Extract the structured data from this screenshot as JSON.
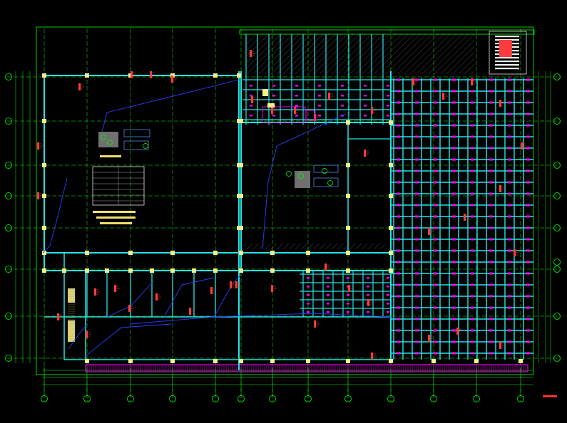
{
  "viewer": {
    "background": "#000000"
  },
  "palette": {
    "grid": "#00ff00",
    "column": "#f5f089",
    "beam": "#27e3e3",
    "rebar": "#ff00ff",
    "annotation": "#ff3c3c",
    "leader": "#2a3cff",
    "hatch": "#c6c6c6"
  },
  "drawing": {
    "type": "structural-floor-plan",
    "grid_columns": 13,
    "grid_rows": 8,
    "detail_tag": ""
  }
}
